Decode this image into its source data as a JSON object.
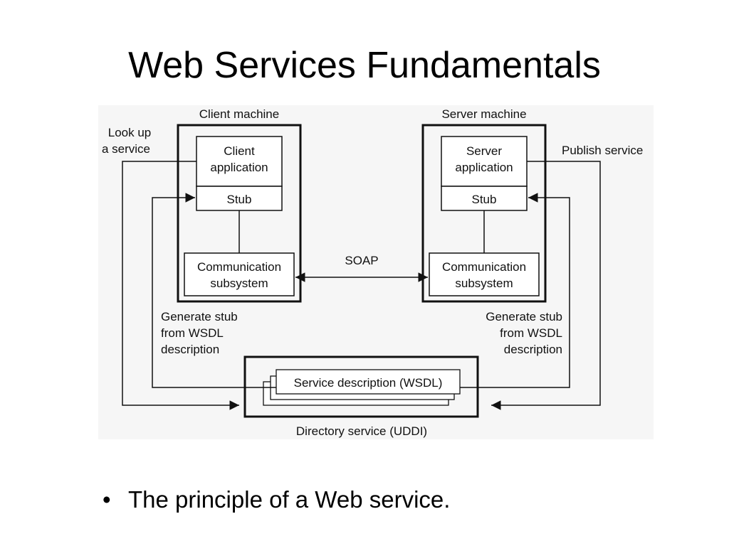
{
  "slide": {
    "title": "Web Services Fundamentals",
    "bullet_symbol": "•",
    "bullet_text": "The principle of a Web service."
  },
  "diagram": {
    "client_machine_label": "Client machine",
    "server_machine_label": "Server machine",
    "client_app_line1": "Client",
    "client_app_line2": "application",
    "server_app_line1": "Server",
    "server_app_line2": "application",
    "stub_label": "Stub",
    "comm_line1": "Communication",
    "comm_line2": "subsystem",
    "soap_label": "SOAP",
    "lookup_line1": "Look up",
    "lookup_line2": "a service",
    "publish_label": "Publish service",
    "generate_line1": "Generate stub",
    "generate_line2": "from WSDL",
    "generate_line3": "description",
    "service_description_label": "Service description (WSDL)",
    "directory_label": "Directory service (UDDI)"
  },
  "colors": {
    "stroke": "#111111",
    "panel_bg": "#f6f6f6"
  }
}
